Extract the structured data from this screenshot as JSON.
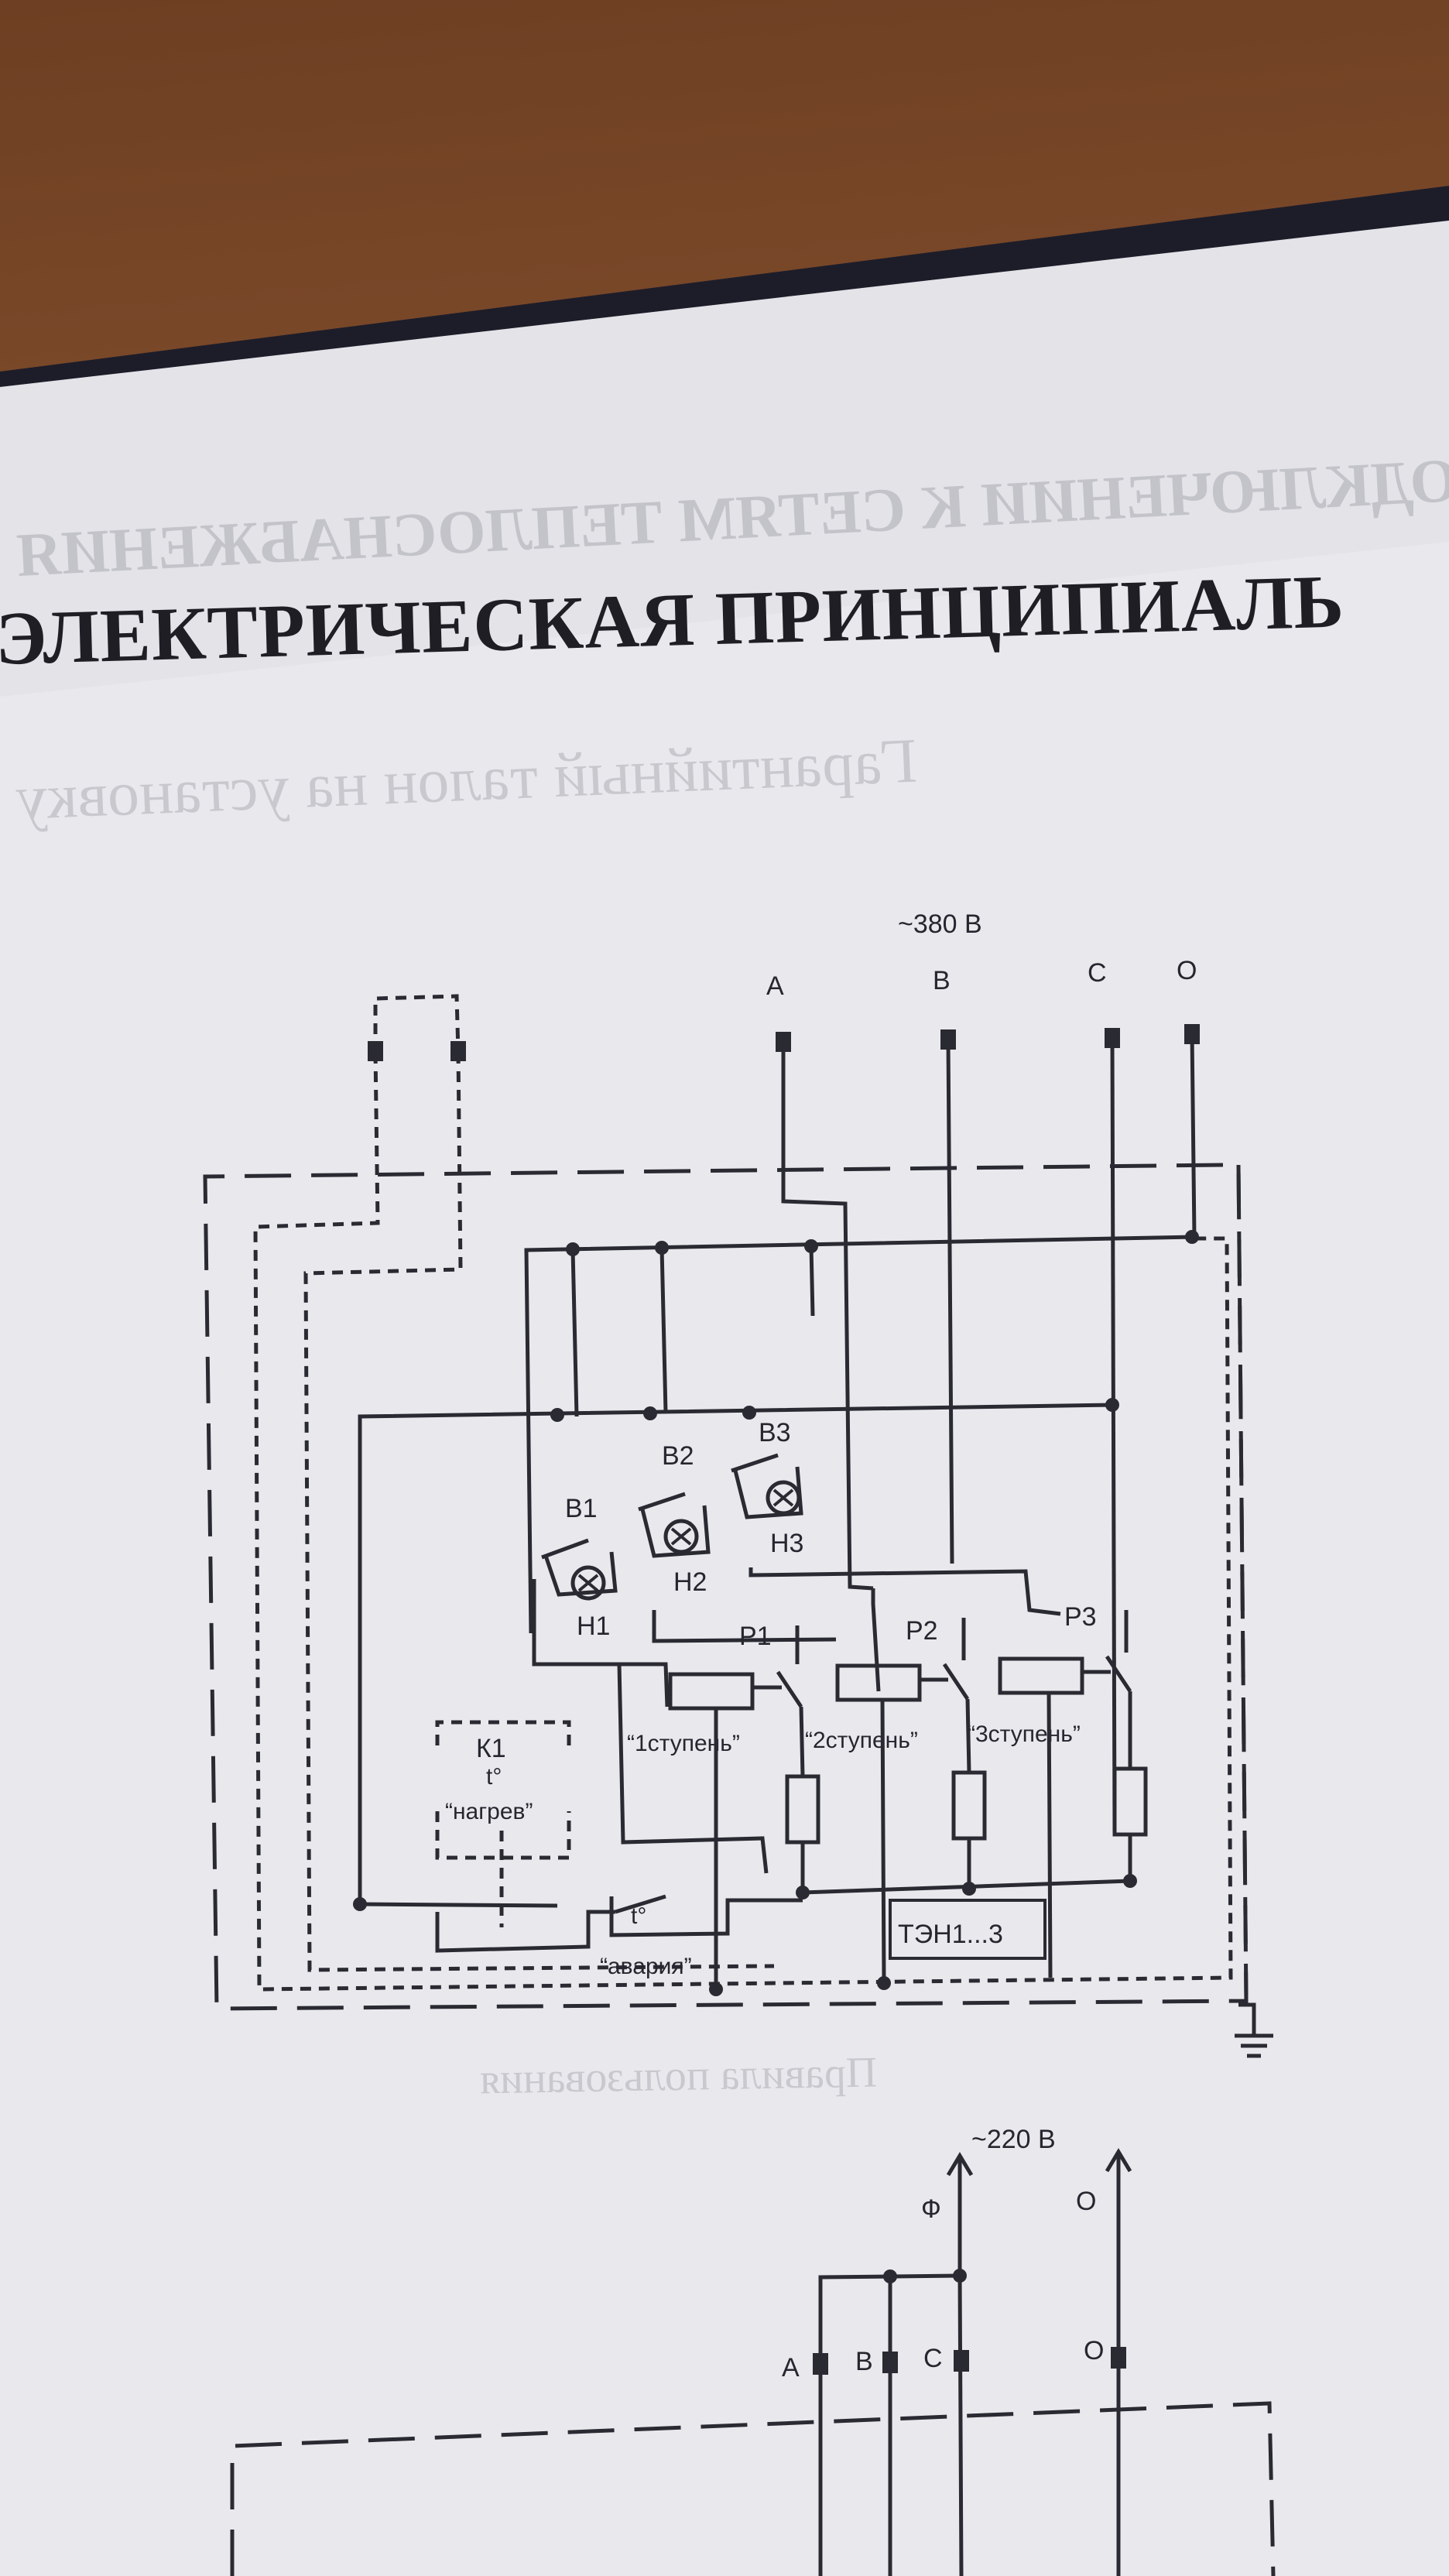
{
  "document": {
    "heading": "ЭЛЕКТРИЧЕСКАЯ ПРИНЦИПИАЛЬ"
  },
  "diagram_top": {
    "supply_voltage": "~380 В",
    "phases": [
      "A",
      "B",
      "C",
      "O"
    ],
    "switches": [
      "В1",
      "В2",
      "В3"
    ],
    "lamps": [
      "Н1",
      "Н2",
      "Н3"
    ],
    "relays": [
      "Р1",
      "Р2",
      "Р3"
    ],
    "stages": [
      "“1ступень”",
      "“2ступень”",
      "“3ступень”"
    ],
    "heater_label": "ТЭН1...3",
    "thermostat": {
      "name": "К1",
      "symbol": "t°",
      "label": "“нагрев”"
    },
    "alarm": {
      "symbol": "t°",
      "label": "“авария”"
    }
  },
  "diagram_bottom": {
    "supply_voltage": "~220 В",
    "phase_label": "Ф",
    "neutral_label": "О",
    "terminals": [
      "A",
      "B",
      "C"
    ],
    "neutral_terminal": "О"
  },
  "colors": {
    "paper": "#e9e9ec",
    "ink": "#2a2a33",
    "table": "#7a4a2a"
  }
}
